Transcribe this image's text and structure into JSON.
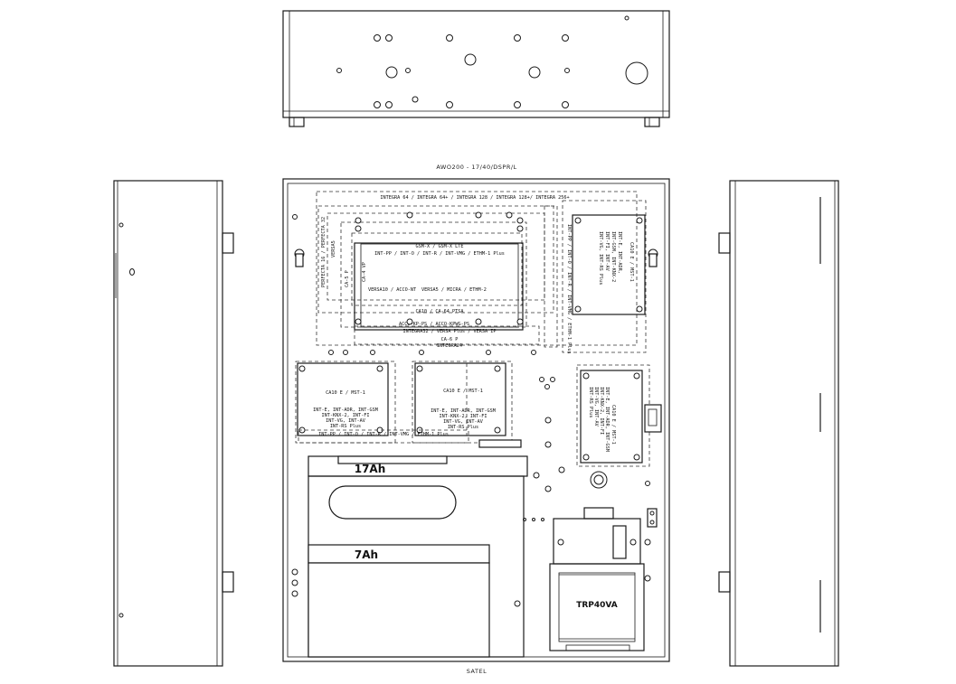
{
  "title": "AWO200 - 17/40/DSPR/L",
  "manufacturer": "SATEL",
  "top_label": "INTEGRA 64 / INTEGRA 64+ / INTEGRA 128 / INTEGRA 128+/ INTEGRA 256+",
  "panel_labels": {
    "perfecta": "PERFECTA 16 / PERFECTA 32",
    "versa5": "VERSA5",
    "ca5p": "CA-5 P",
    "ca4vp": "CA-4 VP",
    "gsm": "GSM-X / GSM-X LTE",
    "int_modules": "INT-PP / INT-O / INT-R / INT-VMG / ETHM-1 Plus",
    "versa10": "VERSA10 / ACCO-NT",
    "versa_micra": "VERSA5 / MICRA / ETHM-2",
    "ca10": "CA10 / CA-64 PTSA",
    "acco_ps": "ACCO-KP-PS / ACCO-KPWG-PS",
    "integra32": "INTEGRA32 / VERSA Plus / VERSA IP",
    "ca6p": "CA-6 P",
    "integra24": "INTEGRA24"
  },
  "right_module": {
    "title": "CA10 E / MST-1",
    "lines": [
      "INT-E, INT-ADR,",
      "INT-GSM, INT-KNX-2",
      "INT-FI, INT-AV",
      "INT-VG, INT-RS Plus"
    ]
  },
  "left_module": {
    "title": "CA10 E / MST-1",
    "lines": [
      "INT-E, INT-ADR, INT-GSM",
      "INT-KNX-2, INT-FI",
      "INT-VG, INT-AV",
      "INT-RS Plus"
    ]
  },
  "mid_module": {
    "title": "CA10 E / MST-1",
    "lines": [
      "INT-E, INT-ADR, INT-GSM",
      "INT-KNX-2, INT-FI",
      "INT-VG, INT-AV",
      "INT-RS Plus"
    ]
  },
  "bottom_bus_label": "INT-PP / INT-O / INT-R / INT-VMG / ETHM-1 Plus",
  "lower_right_module": {
    "title": "CA10 E / MST-1",
    "lines": [
      "INT-E, INT-ADR, INT-GSM",
      "INT-KNX-2, INT-FI",
      "INT-VG, INT-AV",
      "INT-RS Plus"
    ]
  },
  "battery_large": "17Ah",
  "battery_small": "7Ah",
  "transformer": "TRP40VA"
}
